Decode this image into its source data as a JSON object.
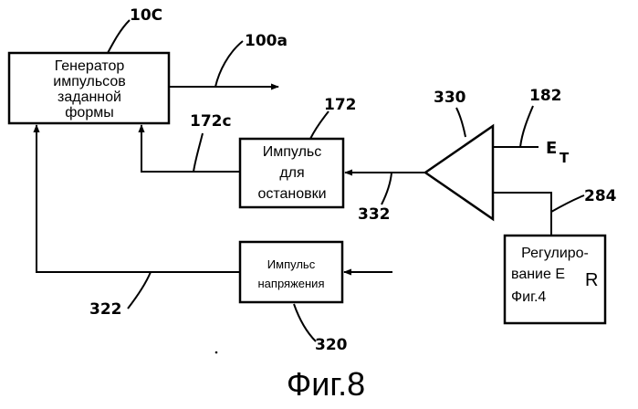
{
  "blocks": {
    "generator": [
      "Генератор",
      "импульсов",
      "заданной",
      "формы"
    ],
    "stop_pulse": [
      "Импульс",
      "для",
      "остановки"
    ],
    "voltage_pulse": [
      "Импульс",
      "напряжения"
    ],
    "regulation": [
      "Регулиро-",
      "вание E",
      "R",
      "Фиг.4"
    ]
  },
  "refs": {
    "generator": "10C",
    "generator_out": "100a",
    "stop_pulse": "172",
    "stop_pulse_out": "172c",
    "comparator": "330",
    "et_input": "182",
    "comparator_out": "332",
    "er_line": "284",
    "voltage_out": "322",
    "voltage_pulse": "320"
  },
  "signals": {
    "et_main": "E",
    "et_sub": "T"
  },
  "caption": "Фиг.8"
}
